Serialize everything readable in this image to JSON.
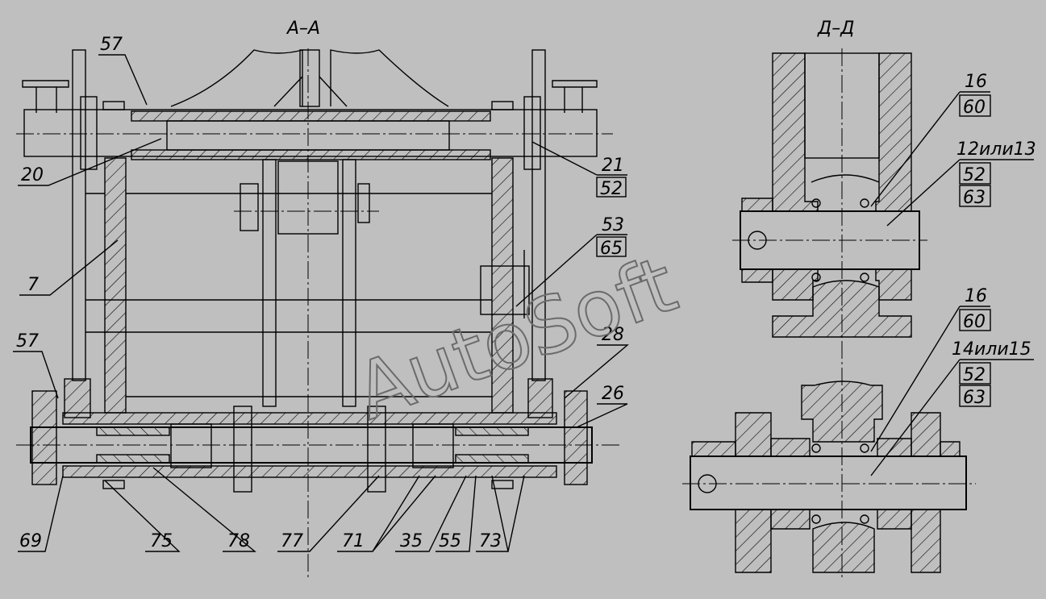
{
  "sections": {
    "aa_title": "А–А",
    "dd_title": "Д–Д"
  },
  "watermark": "AutoSoft",
  "callouts_aa": {
    "c57_top": "57",
    "c20": "20",
    "c21": "21",
    "c52_a": "52",
    "c53": "53",
    "c65": "65",
    "c7": "7",
    "c57_left": "57",
    "c28": "28",
    "c26": "26",
    "c69": "69",
    "c75": "75",
    "c78": "78",
    "c77": "77",
    "c71": "71",
    "c35": "35",
    "c55": "55",
    "c73": "73"
  },
  "callouts_dd": {
    "c16_top": "16",
    "c60_top": "60",
    "c12or13": "12или13",
    "c52_top": "52",
    "c63_top": "63",
    "c16_bot": "16",
    "c60_bot": "60",
    "c14or15": "14или15",
    "c52_bot": "52",
    "c63_bot": "63"
  },
  "colors": {
    "background": "#bfbfbf",
    "lines": "#000000",
    "watermark": "#6b6b6b"
  }
}
